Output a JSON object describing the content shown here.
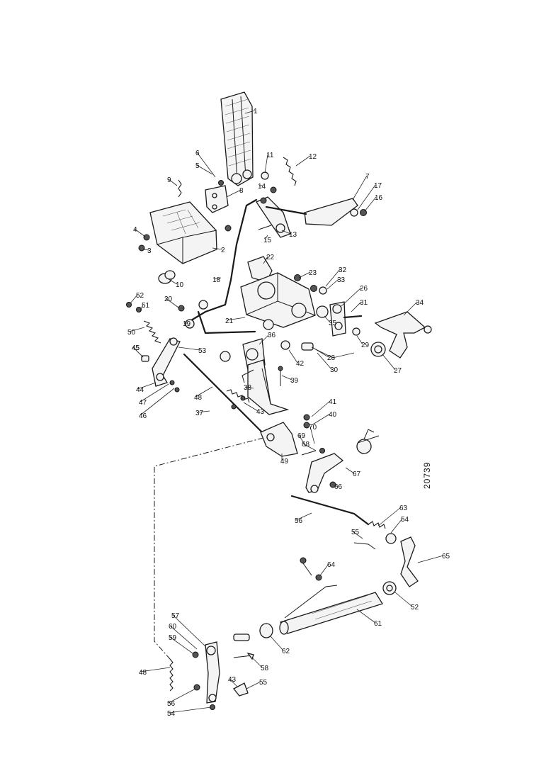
{
  "drawing_number": "20739",
  "callouts": [
    "1",
    "2",
    "3",
    "4",
    "5",
    "6",
    "7",
    "8",
    "9",
    "10",
    "11",
    "12",
    "13",
    "14",
    "15",
    "16",
    "17",
    "18",
    "19",
    "20",
    "21",
    "22",
    "23",
    "26",
    "27",
    "28",
    "29",
    "30",
    "31",
    "32",
    "33",
    "34",
    "35",
    "36",
    "37",
    "38",
    "39",
    "40",
    "41",
    "42",
    "43",
    "44",
    "45",
    "46",
    "47",
    "48",
    "49",
    "50",
    "51",
    "52",
    "53",
    "54",
    "55",
    "56",
    "57",
    "58",
    "59",
    "60",
    "61",
    "62",
    "63",
    "64",
    "65",
    "66",
    "67",
    "68",
    "69",
    "70"
  ]
}
